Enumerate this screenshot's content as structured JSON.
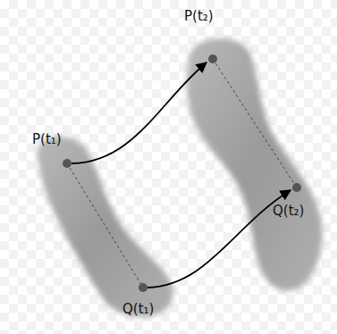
{
  "diagram": {
    "labels": [
      "P(t₁)",
      "Q(t₁)",
      "P(t₂)",
      "Q(t₂)"
    ]
  }
}
